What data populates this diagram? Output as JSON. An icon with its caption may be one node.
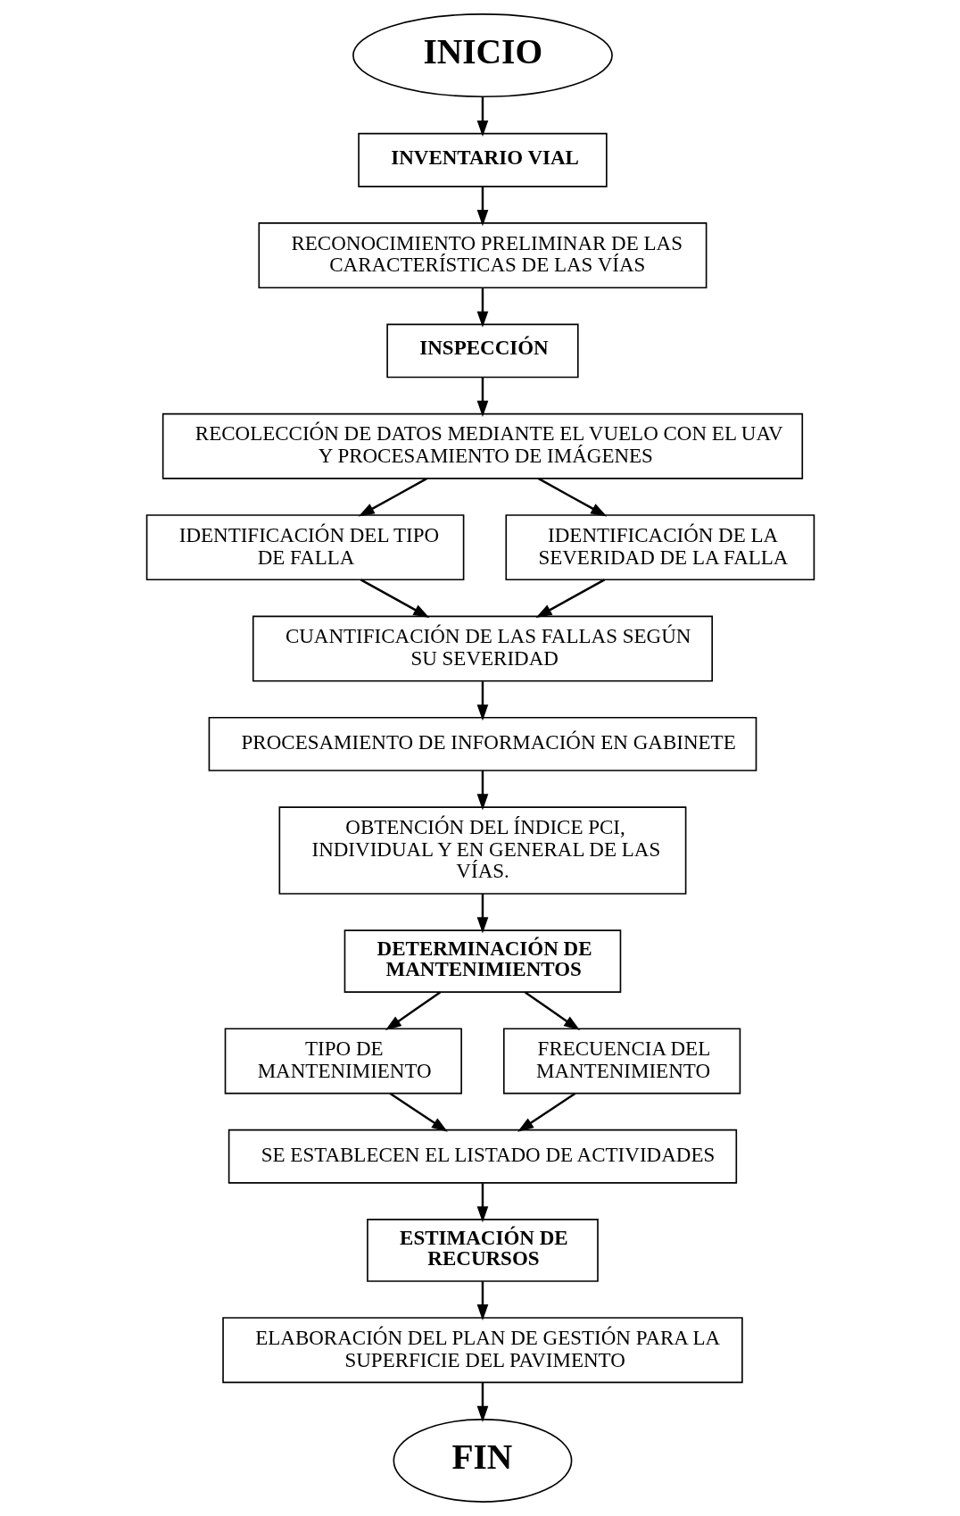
{
  "diagram": {
    "nodes": [
      {
        "text": [
          "INICIO"
        ]
      },
      {
        "text": [
          "INVENTARIO VIAL"
        ]
      },
      {
        "text": [
          "RECONOCIMIENTO PRELIMINAR DE LAS CARACTERÍSTICAS DE LAS VÍAS"
        ]
      },
      {
        "text": [
          "INSPECCIÓN"
        ]
      },
      {
        "text": [
          "RECOLECCIÓN DE DATOS MEDIANTE EL VUELO CON EL UAV Y PROCESAMIENTO DE IMÁGENES"
        ]
      },
      {
        "text": [
          "IDENTIFICACIÓN DEL TIPO DE FALLA"
        ]
      },
      {
        "text": [
          "IDENTIFICACIÓN DE LA SEVERIDAD DE LA FALLA"
        ]
      },
      {
        "text": [
          "CUANTIFICACIÓN DE LAS FALLAS SEGÚN SU SEVERIDAD"
        ]
      },
      {
        "text": [
          "PROCESAMIENTO DE INFORMACIÓN EN GABINETE"
        ]
      },
      {
        "text": [
          "OBTENCIÓN DEL ÍNDICE PCI, INDIVIDUAL Y EN GENERAL DE LAS VÍAS."
        ]
      },
      {
        "text": [
          "DETERMINACIÓN DE MANTENIMIENTOS"
        ]
      },
      {
        "text": [
          "TIPO DE MANTENIMIENTO"
        ]
      },
      {
        "text": [
          "FRECUENCIA DEL MANTENIMIENTO"
        ]
      },
      {
        "text": [
          "SE ESTABLECEN EL LISTADO DE ACTIVIDADES"
        ]
      },
      {
        "text": [
          "ESTIMACIÓN DE RECURSOS"
        ]
      },
      {
        "text": [
          "ELABORACIÓN DEL PLAN DE GESTIÓN PARA LA SUPERFICIE DEL PAVIMENTO"
        ]
      },
      {
        "text": [
          "FIN"
        ]
      }
    ],
    "edges": [
      {
        "from": 0,
        "to": 1,
        "arrow": "to"
      },
      {
        "from": 1,
        "to": 2,
        "arrow": "to"
      },
      {
        "from": 2,
        "to": 3,
        "arrow": "to"
      },
      {
        "from": 3,
        "to": 4,
        "arrow": "to"
      },
      {
        "from": 4,
        "to": 5,
        "arrow": "to"
      },
      {
        "from": 4,
        "to": 6,
        "arrow": "to"
      },
      {
        "from": 5,
        "to": 7,
        "arrow": "to"
      },
      {
        "from": 6,
        "to": 7,
        "arrow": "to"
      },
      {
        "from": 7,
        "to": 8,
        "arrow": "to"
      },
      {
        "from": 8,
        "to": 9,
        "arrow": "to"
      },
      {
        "from": 9,
        "to": 10,
        "arrow": "to"
      },
      {
        "from": 10,
        "to": 11,
        "arrow": "to"
      },
      {
        "from": 10,
        "to": 12,
        "arrow": "to"
      },
      {
        "from": 11,
        "to": 13,
        "arrow": "to"
      },
      {
        "from": 12,
        "to": 13,
        "arrow": "to"
      },
      {
        "from": 13,
        "to": 14,
        "arrow": "to"
      },
      {
        "from": 14,
        "to": 15,
        "arrow": "to"
      },
      {
        "from": 15,
        "to": 16,
        "arrow": "to"
      }
    ]
  }
}
